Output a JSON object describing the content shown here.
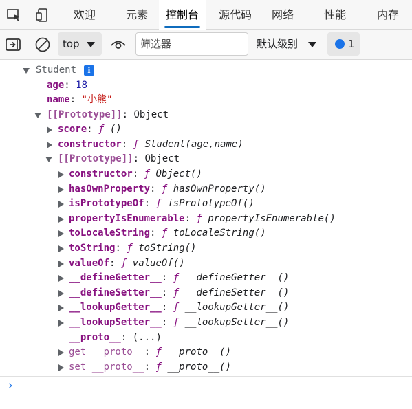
{
  "tabs": [
    {
      "label": "欢迎"
    },
    {
      "label": "元素"
    },
    {
      "label": "控制台",
      "active": true
    },
    {
      "label": "源代码"
    },
    {
      "label": "网络"
    },
    {
      "label": "性能"
    },
    {
      "label": "内存"
    }
  ],
  "toolbar": {
    "context": "top",
    "filter_placeholder": "筛选器",
    "level_label": "默认级别",
    "issues_count": "1"
  },
  "console": {
    "object_name": "Student",
    "age_key": "age",
    "age_value": "18",
    "name_key": "name",
    "name_value": "\"小熊\"",
    "proto1_key": "[[Prototype]]",
    "proto1_value": "Object",
    "score_key": "score",
    "score_value": "()",
    "constructor_key": "constructor",
    "constructor_value": "Student(age,name)",
    "proto2_key": "[[Prototype]]",
    "proto2_value": "Object",
    "members": [
      {
        "key": "constructor",
        "value": "Object()"
      },
      {
        "key": "hasOwnProperty",
        "value": "hasOwnProperty()"
      },
      {
        "key": "isPrototypeOf",
        "value": "isPrototypeOf()"
      },
      {
        "key": "propertyIsEnumerable",
        "value": "propertyIsEnumerable()"
      },
      {
        "key": "toLocaleString",
        "value": "toLocaleString()"
      },
      {
        "key": "toString",
        "value": "toString()"
      },
      {
        "key": "valueOf",
        "value": "valueOf()"
      },
      {
        "key": "__defineGetter__",
        "value": "__defineGetter__()"
      },
      {
        "key": "__defineSetter__",
        "value": "__defineSetter__()"
      },
      {
        "key": "__lookupGetter__",
        "value": "__lookupGetter__()"
      },
      {
        "key": "__lookupSetter__",
        "value": "__lookupSetter__()"
      }
    ],
    "proto_accessor_key": "__proto__",
    "proto_accessor_value": "(...)",
    "get_proto_key": "get __proto__",
    "get_proto_value": "__proto__()",
    "set_proto_key": "set __proto__",
    "set_proto_value": "__proto__()",
    "f_symbol": "ƒ",
    "colon": ":",
    "info_glyph": "i",
    "prompt": "›"
  }
}
